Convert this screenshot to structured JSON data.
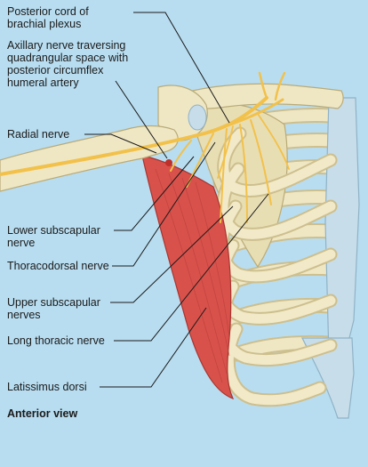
{
  "figure": {
    "labels": {
      "posterior_cord": "Posterior cord of\nbrachial plexus",
      "axillary_nerve": "Axillary nerve traversing\nquadrangular space with\nposterior circumflex\nhumeral artery",
      "radial_nerve": "Radial nerve",
      "lower_subscapular": "Lower subscapular\nnerve",
      "thoracodorsal": "Thoracodorsal nerve",
      "upper_subscapular": "Upper subscapular\nnerves",
      "long_thoracic": "Long thoracic nerve",
      "latissimus": "Latissimus dorsi"
    },
    "view_label": "Anterior view",
    "colors": {
      "background": "#b8ddf0",
      "bone": "#efe7c4",
      "bone_shadow": "#d4c99a",
      "cartilage": "#c7ddea",
      "muscle": "#d9514b",
      "nerve": "#f2c14a",
      "leader": "#1a1a1a"
    }
  }
}
